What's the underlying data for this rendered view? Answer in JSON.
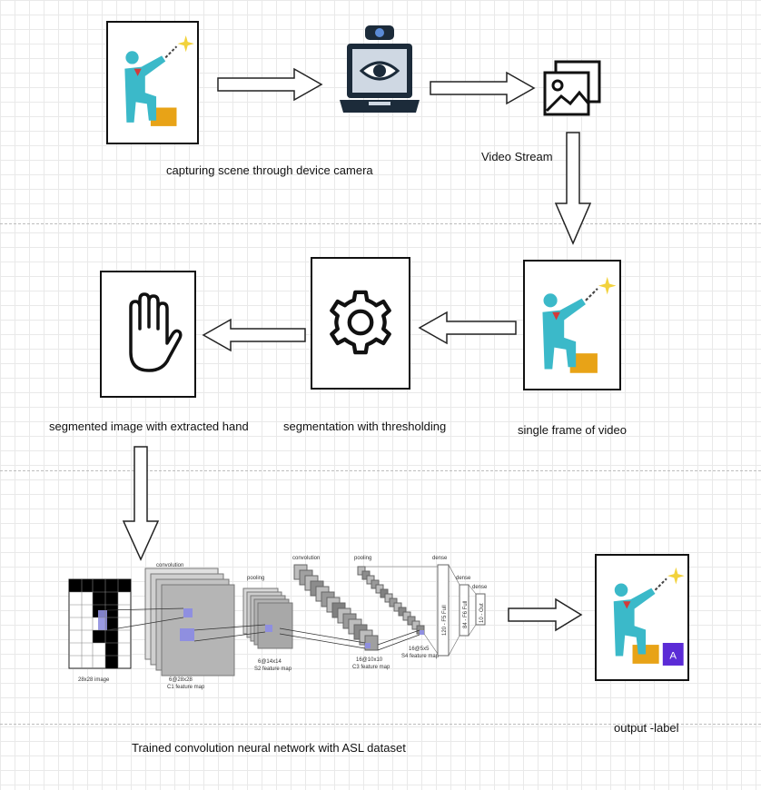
{
  "nodes": {
    "capture": {
      "label": "capturing scene through  device camera"
    },
    "video_stream": {
      "label": "Video Stream"
    },
    "single_frame": {
      "label": "single frame of video"
    },
    "segmentation": {
      "label": "segmentation with thresholding"
    },
    "hand": {
      "label": "segmented image with extracted hand"
    },
    "cnn": {
      "label": "Trained convolution neural network with ASL dataset"
    },
    "output": {
      "label": "output -label",
      "letter": "A"
    }
  },
  "cnn_details": {
    "input_label": "28x28 image",
    "conv1_title": "convolution",
    "c1_size": "6@28x28",
    "c1_label": "C1 feature map",
    "pool1_title": "pooling",
    "s2_size": "6@14x14",
    "s2_label": "S2 feature map",
    "conv2_title": "convolution",
    "c3_size": "16@10x10",
    "c3_label": "C3 feature map",
    "pool2_title": "pooling",
    "s4_size": "16@5x5",
    "s4_label": "S4 feature map",
    "dense1_title": "dense",
    "dense1_text": "120 - F5 Full",
    "dense2_title": "dense",
    "dense2_text": "84 - F6 Full",
    "dense3_title": "dense",
    "dense3_text": "10 - Out"
  },
  "colors": {
    "person_teal": "#3bb9c9",
    "box_orange": "#e8a317",
    "star_yellow": "#f2d23c",
    "tie_red": "#d33a3a",
    "label_purple": "#5b2bd6",
    "highlight_blue": "#8f8fe0"
  },
  "icons": [
    "person-pointing-icon",
    "laptop-eye-icon",
    "image-stack-icon",
    "gear-icon",
    "hand-icon"
  ]
}
